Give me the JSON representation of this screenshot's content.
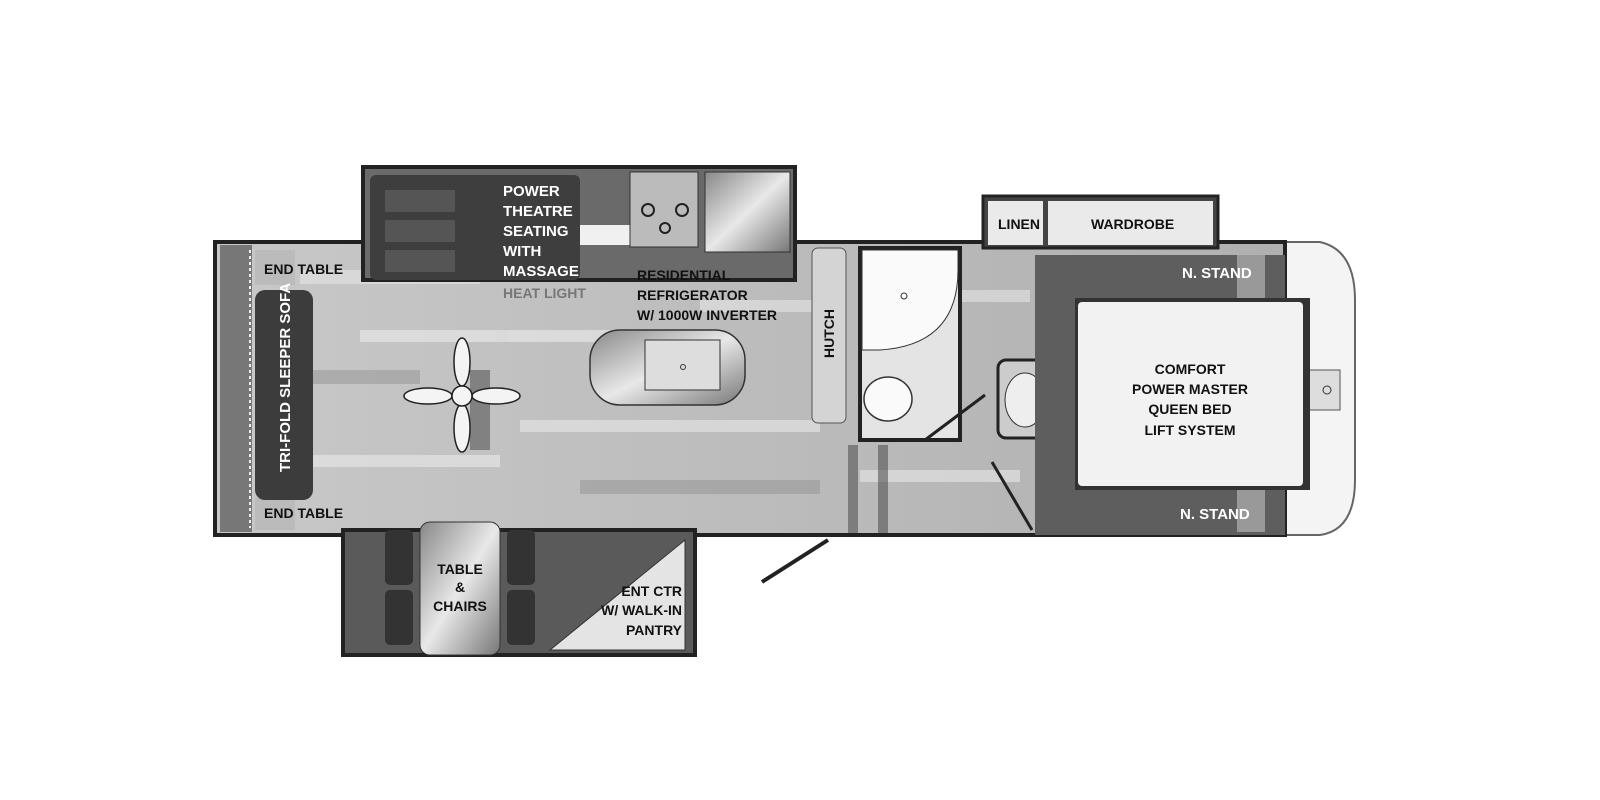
{
  "floorplan": {
    "labels": {
      "theatre": [
        "POWER",
        "THEATRE",
        "SEATING",
        "WITH",
        "MASSAGE"
      ],
      "heat_light": "HEAT LIGHT",
      "refrigerator": [
        "RESIDENTIAL",
        "REFRIGERATOR",
        "W/ 1000W INVERTER"
      ],
      "end_table_top": "END TABLE",
      "end_table_bottom": "END TABLE",
      "sofa": "TRI-FOLD SLEEPER SOFA",
      "table": [
        "TABLE",
        "&",
        "CHAIRS"
      ],
      "ent_ctr": [
        "ENT CTR",
        "W/ WALK-IN",
        "PANTRY"
      ],
      "hutch": "HUTCH",
      "linen": "LINEN",
      "wardrobe": "WARDROBE",
      "nstand_top": "N. STAND",
      "nstand_bottom": "N. STAND",
      "bed": [
        "COMFORT",
        "POWER MASTER",
        "QUEEN BED",
        "LIFT SYSTEM"
      ]
    },
    "colors": {
      "wall": "#222222",
      "dark_fill": "#555555",
      "floor_light": "#d9d9d9",
      "floor_dark": "#a8a8a8",
      "bed": "#f2f2f2"
    }
  }
}
